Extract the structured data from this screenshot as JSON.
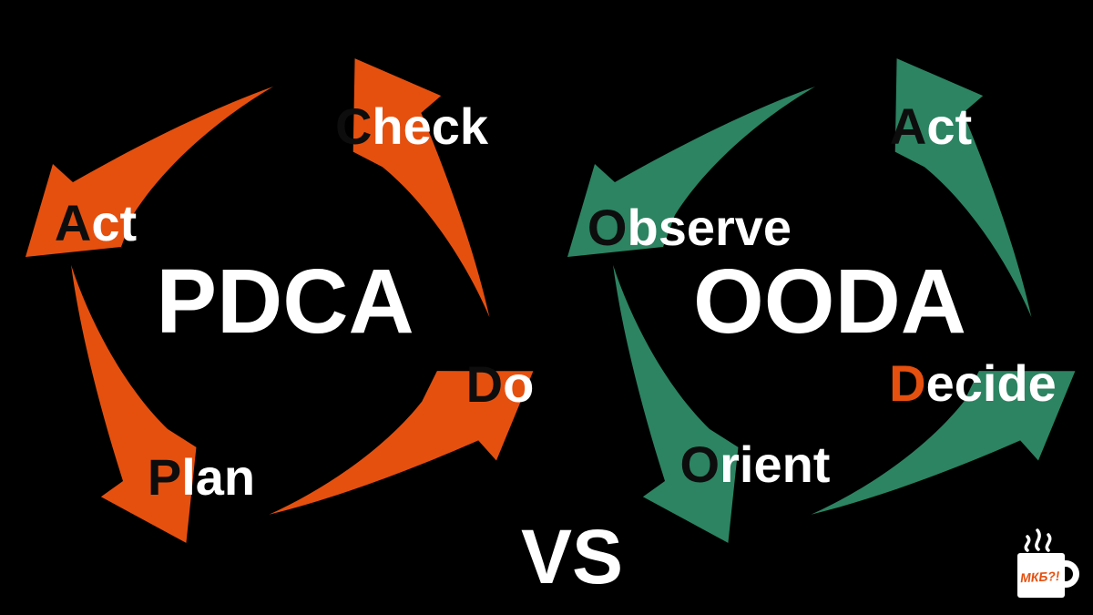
{
  "colors": {
    "bg": "#000000",
    "orange": "#e5500f",
    "green": "#2c8462",
    "initial_dark": "#0d0d0d",
    "text_white": "#ffffff"
  },
  "left_cycle": {
    "title": "PDCA",
    "labels": {
      "check": {
        "initial": "C",
        "rest": "heck"
      },
      "act": {
        "initial": "A",
        "rest": "ct"
      },
      "plan": {
        "initial": "P",
        "rest": "lan"
      },
      "do": {
        "initial": "D",
        "rest": "o"
      }
    }
  },
  "right_cycle": {
    "title": "OODA",
    "labels": {
      "act": {
        "initial": "A",
        "rest": "ct"
      },
      "observe": {
        "initial": "O",
        "rest": "bserve"
      },
      "orient": {
        "initial": "O",
        "rest": "rient"
      },
      "decide": {
        "initial": "D",
        "rest": "ecide"
      }
    }
  },
  "versus": "VS",
  "watermark": {
    "mug_text": "МКБ?!"
  }
}
